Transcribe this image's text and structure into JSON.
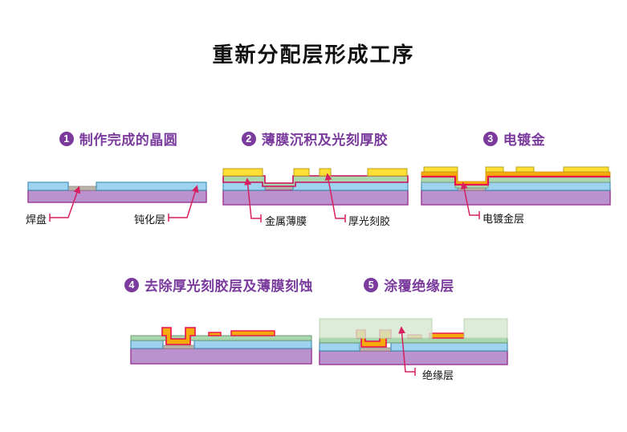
{
  "title": "重新分配层形成工序",
  "steps": [
    {
      "number": "1",
      "heading": "制作完成的晶圆",
      "labels": {
        "pad": "焊盘",
        "passivation": "钝化层"
      }
    },
    {
      "number": "2",
      "heading": "薄膜沉积及光刻厚胶",
      "labels": {
        "metal_film": "金属薄膜",
        "thick_resist": "厚光刻胶"
      }
    },
    {
      "number": "3",
      "heading": "电镀金",
      "labels": {
        "plated_gold": "电镀金层"
      }
    },
    {
      "number": "4",
      "heading": "去除厚光刻胶层及薄膜刻蚀",
      "labels": {}
    },
    {
      "number": "5",
      "heading": "涂覆绝缘层",
      "labels": {
        "insulation": "绝缘层"
      }
    }
  ],
  "colors": {
    "title_text": "#111111",
    "heading_text": "#7a3b9d",
    "leader_line": "#d6205f",
    "substrate_purple": "#ba92cd",
    "passivation_blue": "#9dd3ef",
    "metal_film_green": "#a9d7ae",
    "photoresist_yellow": "#ffdf33",
    "plated_gold": "#f6a90a",
    "seed_red": "#e80f4d",
    "pad_gray": "#bab3a8",
    "insulation_green": "#d5e7d0"
  }
}
